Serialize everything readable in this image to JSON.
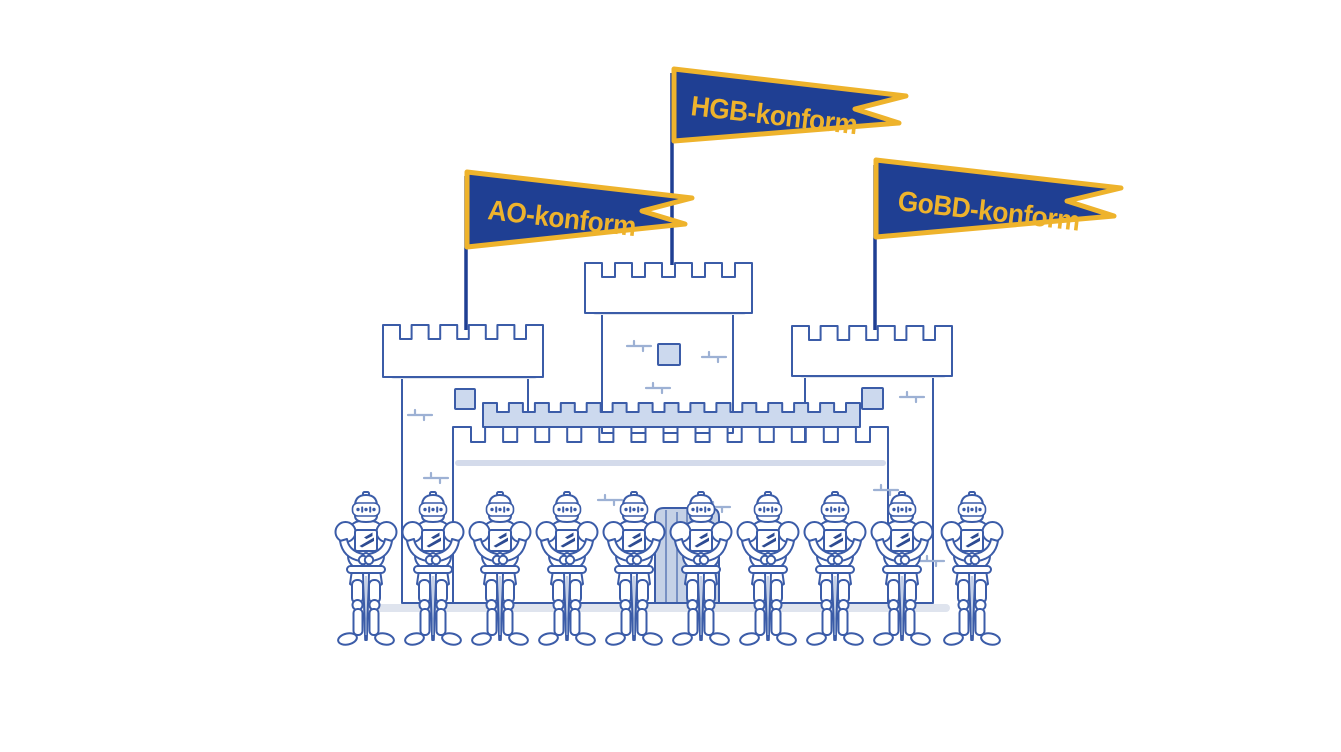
{
  "scene": {
    "title": "Castle compliance illustration",
    "flags": {
      "hgb": {
        "label": "HGB-konform"
      },
      "ao": {
        "label": "AO-konform"
      },
      "gobd": {
        "label": "GoBD-konform"
      }
    },
    "knights": {
      "count": 10,
      "shield_icon": "swoosh-logo"
    },
    "castle": {
      "towers": 3,
      "windows": 3,
      "gates": 1,
      "icon": "castle"
    },
    "colors": {
      "flag_navy": "#1f3f93",
      "flag_gold": "#eeb32c",
      "outline_blue": "#3b5ca8",
      "light_fill": "#ccd9ee",
      "gate_fill": "#c5d1e6",
      "shadow_gray": "#dfe4ee",
      "tick": "#9db1d4",
      "logo_blue": "#2d4b92",
      "band_shadow": "#ccd5e7",
      "bg": "#ffffff"
    }
  }
}
